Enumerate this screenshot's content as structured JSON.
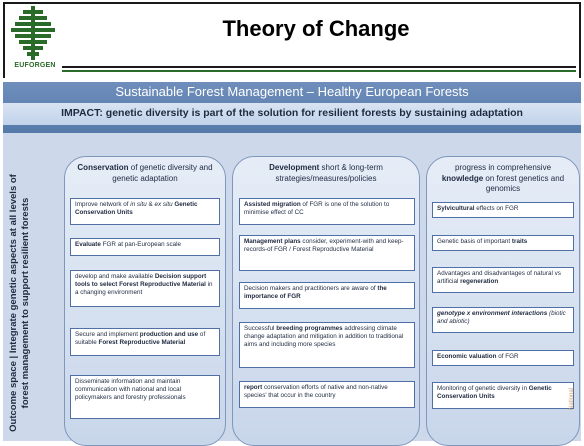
{
  "header": {
    "logo_text": "EUFORGEN",
    "title": "Theory of Change"
  },
  "banner": {
    "title": "Sustainable Forest Management – Healthy European Forests",
    "impact": "IMPACT: genetic diversity is part of the solution for resilient forests by sustaining adaptation"
  },
  "side_label": "Outcome space | Integrate genetic aspects at all levels of forest management to support resilient forests",
  "columns": [
    {
      "head_bold": "Conservation",
      "head_rest": " of genetic diversity and genetic adaptation",
      "boxes": [
        [
          "Improve network of ",
          "in situ",
          " & ",
          "ex situ",
          " ",
          "Genetic Conservation Units"
        ],
        [
          "Evaluate",
          "  FGR at pan-European scale"
        ],
        [
          "develop and make available ",
          "Decision support tools to select Forest Reproductive Material",
          " in a changing environment"
        ],
        [
          "Secure and implement ",
          "production and use",
          " of suitable ",
          "Forest Reproductive Material"
        ],
        [
          "Disseminate information and maintain communication with national and local policymakers and forestry professionals"
        ]
      ]
    },
    {
      "head_bold": "Development",
      "head_rest": " short & long-term strategies/measures/policies",
      "boxes": [
        [
          "Assisted migration",
          " of FGR is one of the solution to minimise effect of CC"
        ],
        [
          "Management plans",
          " consider, experiment-with and keep-records-of FGR / Forest Reproductive Material"
        ],
        [
          "Decision makers and practitioners are aware of ",
          "the importance of FGR"
        ],
        [
          "Successful ",
          "breeding programmes",
          " addressing climate change adaptation and mitigation in addition to traditional aims and including more species"
        ],
        [
          "report",
          " conservation efforts of native and non-native species' that occur in the country"
        ]
      ]
    },
    {
      "head_pre": "progress in comprehensive ",
      "head_bold": "knowledge",
      "head_rest": " on forest genetics and genomics",
      "boxes": [
        [
          "Sylvicultural",
          " effects on FGR"
        ],
        [
          "Genetic basis of important ",
          "traits"
        ],
        [
          "Advantages and disadvantages of natural vs artificial ",
          "regeneration"
        ],
        [
          "genotype x environment interactions",
          " ",
          "(biotic and abiotic)"
        ],
        [
          "Economic valuation",
          " of FGR"
        ],
        [
          "Monitoring of genetic diversity in ",
          "Genetic Conservation Units"
        ]
      ]
    }
  ],
  "watermark": "National",
  "colors": {
    "banner": "#5f82b3",
    "impact_bar": "#cfdcef",
    "body": "#cdd9ea",
    "box_border": "#4f6fa5",
    "logo_green": "#2a6b2a"
  }
}
